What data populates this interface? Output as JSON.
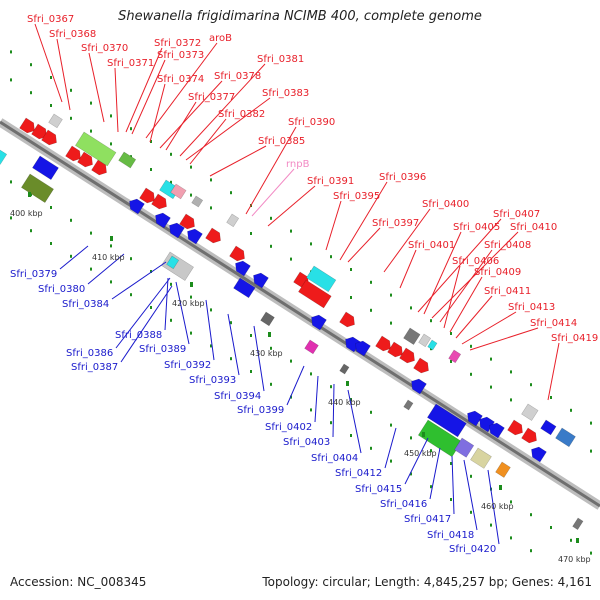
{
  "title": "Shewanella frigidimarina NCIMB 400, complete genome",
  "footer": {
    "accession": "Accession: NC_008345",
    "summary": "Topology: circular; Length: 4,845,257 bp; Genes: 4,161"
  },
  "colors": {
    "forward_label": "#e8202a",
    "reverse_label": "#1a1acc",
    "rna_label": "#f28ac4",
    "backbone": "#9a9a9a",
    "tick": "#1c8c1c"
  },
  "kbp_labels": [
    "400 kbp",
    "410 kbp",
    "420 kbp",
    "430 kbp",
    "440 kbp",
    "450 kbp",
    "460 kbp",
    "470 kbp"
  ],
  "forward_genes": [
    "Sfri_0367",
    "Sfri_0368",
    "Sfri_0370",
    "Sfri_0371",
    "Sfri_0372",
    "Sfri_0373",
    "aroB",
    "Sfri_0374",
    "Sfri_0378",
    "Sfri_0377",
    "Sfri_0381",
    "Sfri_0383",
    "Sfri_0382",
    "Sfri_0385",
    "Sfri_0390",
    "rnpB",
    "Sfri_0391",
    "Sfri_0395",
    "Sfri_0396",
    "Sfri_0397",
    "Sfri_0400",
    "Sfri_0401",
    "Sfri_0407",
    "Sfri_0405",
    "Sfri_0410",
    "Sfri_0408",
    "Sfri_0406",
    "Sfri_0409",
    "Sfri_0411",
    "Sfri_0413",
    "Sfri_0414",
    "Sfri_0419"
  ],
  "reverse_genes": [
    "Sfri_0379",
    "Sfri_0380",
    "Sfri_0384",
    "Sfri_0388",
    "Sfri_0386",
    "Sfri_0389",
    "Sfri_0387",
    "Sfri_0392",
    "Sfri_0393",
    "Sfri_0394",
    "Sfri_0399",
    "Sfri_0402",
    "Sfri_0403",
    "Sfri_0404",
    "Sfri_0412",
    "Sfri_0415",
    "Sfri_0416",
    "Sfri_0417",
    "Sfri_0418",
    "Sfri_0420"
  ]
}
